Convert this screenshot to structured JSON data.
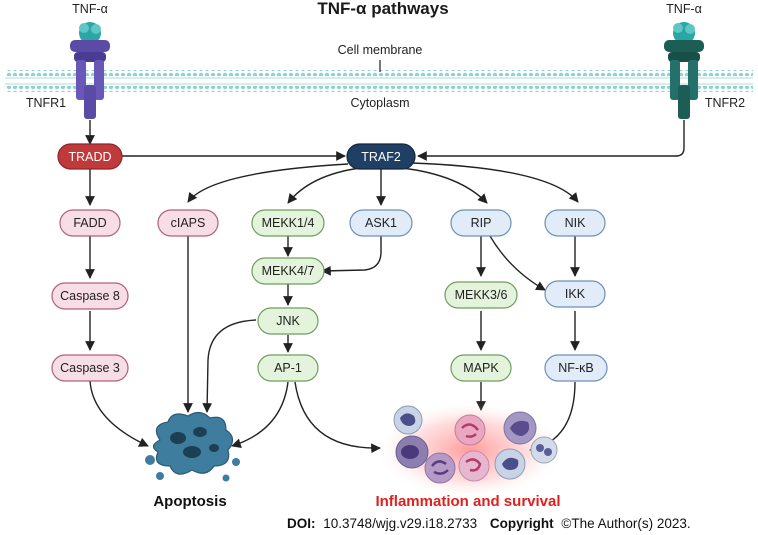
{
  "title": "TNF-α pathways",
  "ligand_left": "TNF-α",
  "ligand_right": "TNF-α",
  "membrane_label": "Cell membrane",
  "cytoplasm_label": "Cytoplasm",
  "receptor_left": "TNFR1",
  "receptor_right": "TNFR2",
  "nodes": {
    "tradd": "TRADD",
    "traf2": "TRAF2",
    "fadd": "FADD",
    "ciaps": "cIAPS",
    "mekk14": "MEKK1/4",
    "ask1": "ASK1",
    "rip": "RIP",
    "nik": "NIK",
    "mekk47": "MEKK4/7",
    "mekk36": "MEKK3/6",
    "ikk": "IKK",
    "caspase8": "Caspase 8",
    "jnk": "JNK",
    "caspase3": "Caspase 3",
    "ap1": "AP-1",
    "mapk": "MAPK",
    "nfkb": "NF-κB"
  },
  "outcomes": {
    "apoptosis": "Apoptosis",
    "inflammation": "Inflammation and survival"
  },
  "footer": {
    "doi_label": "DOI:",
    "doi_value": "10.3748/wjg.v29.i18.2733",
    "copyright_label": "Copyright",
    "copyright_value": "©The Author(s) 2023."
  },
  "colors": {
    "tradd": "#c0393b",
    "traf2": "#1f3f64",
    "pink": "#f7dde6",
    "pink_border": "#b1607c",
    "green": "#e3f3dc",
    "green_border": "#6e9e5c",
    "blue": "#e1ecf8",
    "blue_border": "#6d8fb7",
    "receptor1": "#5b4aa6",
    "receptor2": "#1c5e56",
    "membrane": "#8fd3cc",
    "inflammation_text": "#e02020"
  }
}
